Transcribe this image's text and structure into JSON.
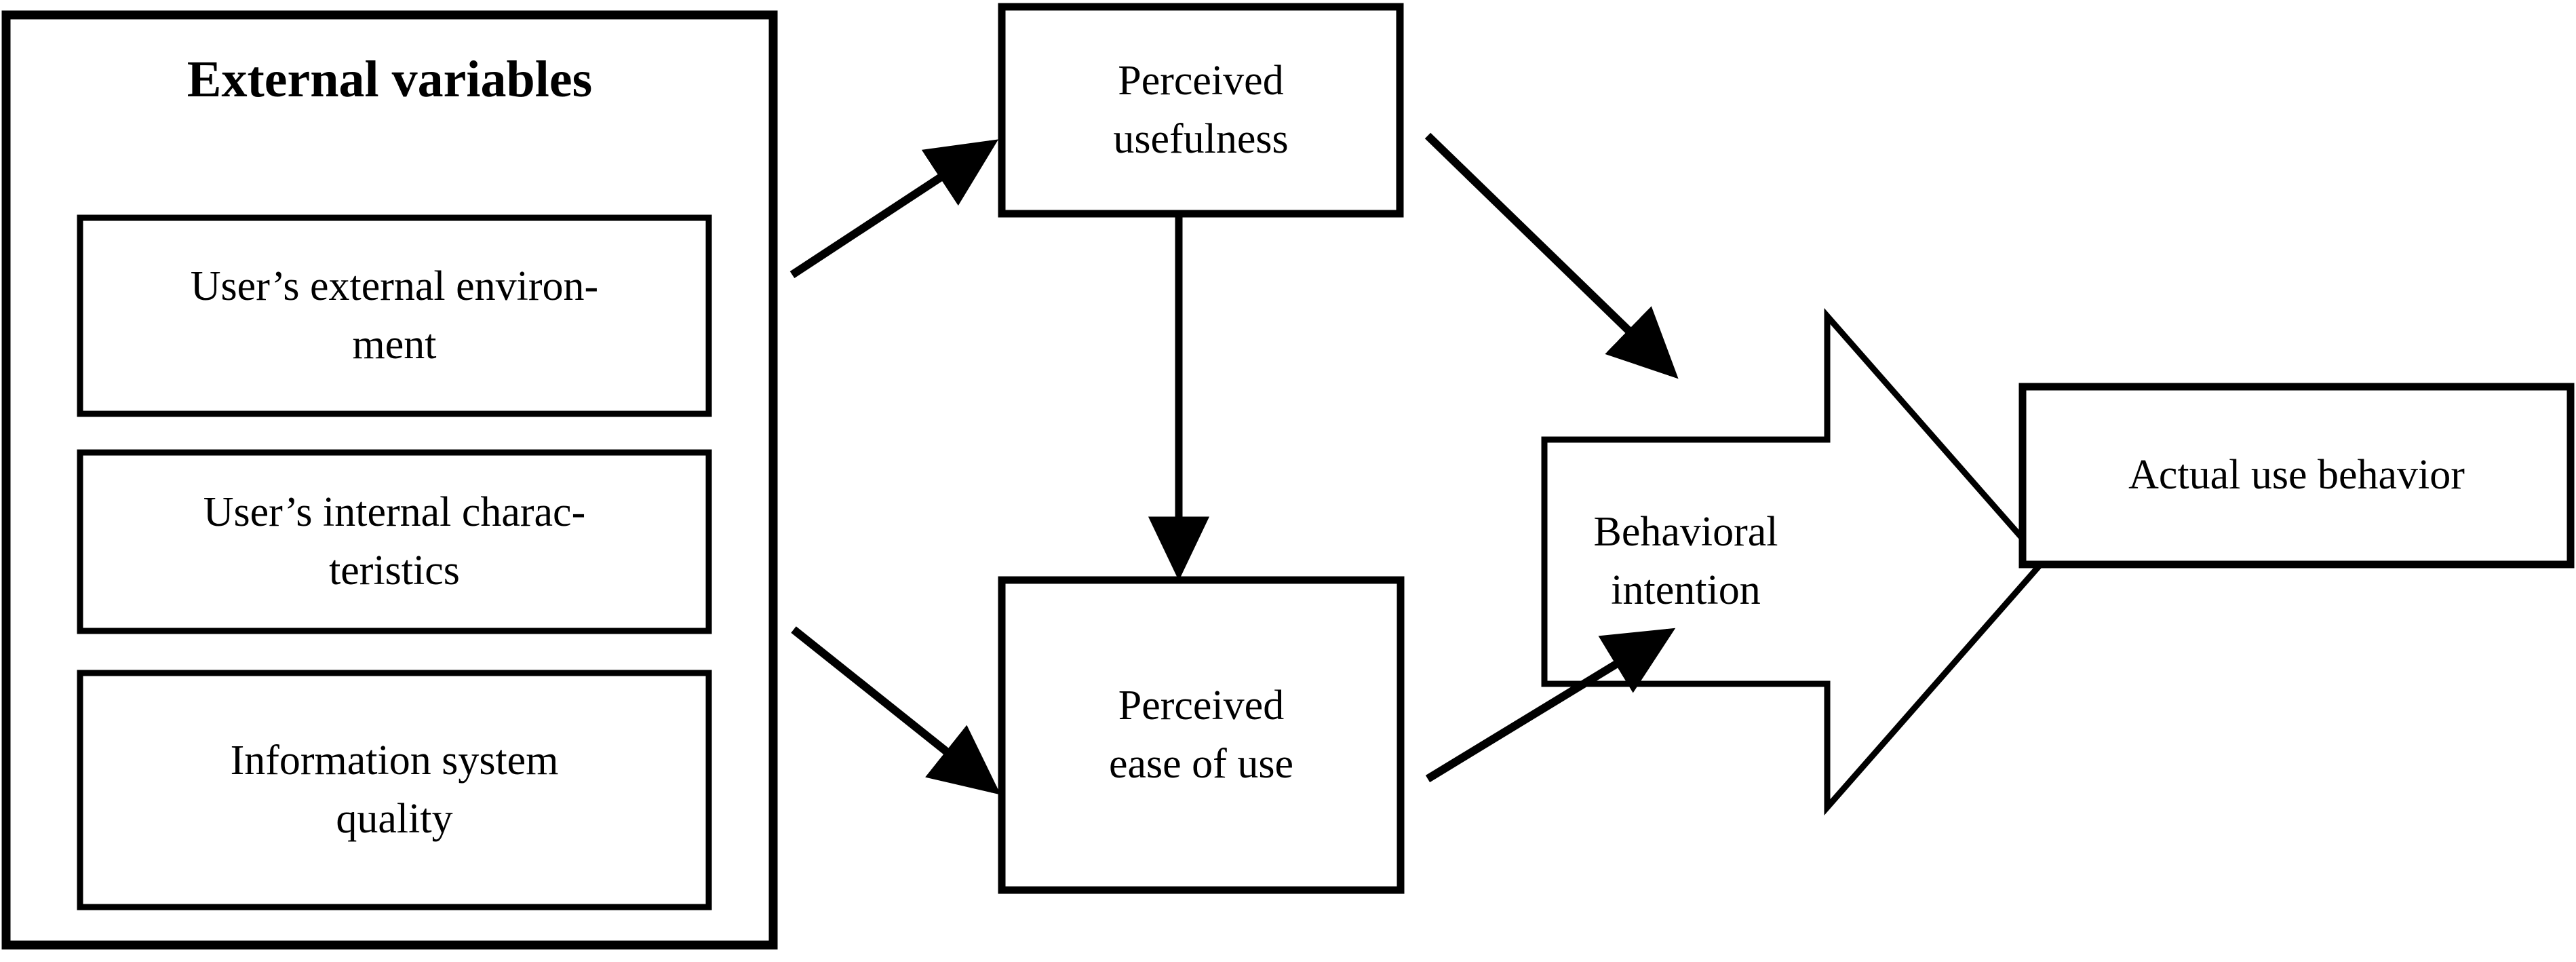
{
  "diagram": {
    "title_visible": false,
    "type": "flow-diagram",
    "background_color": "#ffffff",
    "stroke_color": "#000000",
    "text_color": "#000000"
  },
  "external_variables_group": {
    "title": "External variables",
    "items": [
      {
        "label": "User’s external environ-\nment"
      },
      {
        "label": "User’s internal charac-\nteristics"
      },
      {
        "label": "Information system\nquality"
      }
    ]
  },
  "nodes": {
    "perceived_usefulness": {
      "label": "Perceived\nusefulness"
    },
    "perceived_ease_of_use": {
      "label": "Perceived\nease of use"
    },
    "behavioral_intention": {
      "label": "Behavioral\nintention"
    },
    "actual_use_behavior": {
      "label": "Actual use behavior"
    }
  },
  "connections": [
    {
      "from": "external-variables",
      "to": "perceived-usefulness",
      "style": "solid-arrow"
    },
    {
      "from": "external-variables",
      "to": "perceived-ease-of-use",
      "style": "solid-arrow"
    },
    {
      "from": "perceived-usefulness",
      "to": "perceived-ease-of-use",
      "style": "solid-arrow-vertical"
    },
    {
      "from": "perceived-usefulness",
      "to": "behavioral-intention",
      "style": "solid-arrow"
    },
    {
      "from": "perceived-ease-of-use",
      "to": "behavioral-intention",
      "style": "solid-arrow"
    },
    {
      "from": "behavioral-intention",
      "to": "actual-use-behavior",
      "style": "block-arrow"
    }
  ]
}
